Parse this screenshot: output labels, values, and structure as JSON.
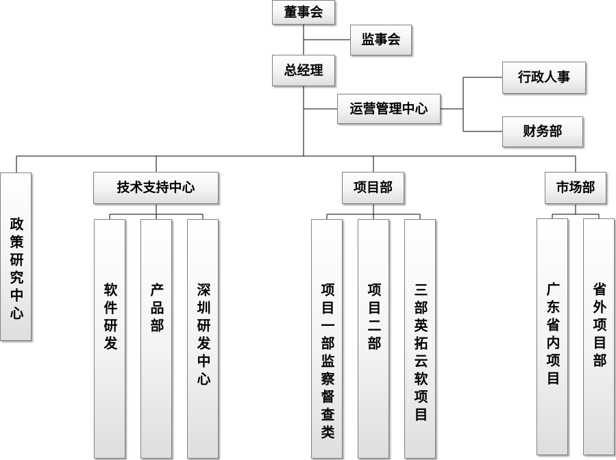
{
  "nodes": {
    "board": "董事会",
    "supervisors": "监事会",
    "gm": "总经理",
    "ops_center": "运营管理中心",
    "admin_hr": "行政人事",
    "finance": "财务部",
    "policy_research": "政策研究中心",
    "tech_support": "技术支持中心",
    "software_rd": "软件研发",
    "product": "产品部",
    "shenzhen_rd": "深圳研发中心",
    "projects": "项目部",
    "project_dept_1": "项目一部监察督查类",
    "project_dept_2": "项目二部",
    "project_dept_3": "三部英拓云软项目",
    "market": "市场部",
    "guangdong_projects": "广东省内项目",
    "outside_projects": "省外项目部"
  }
}
